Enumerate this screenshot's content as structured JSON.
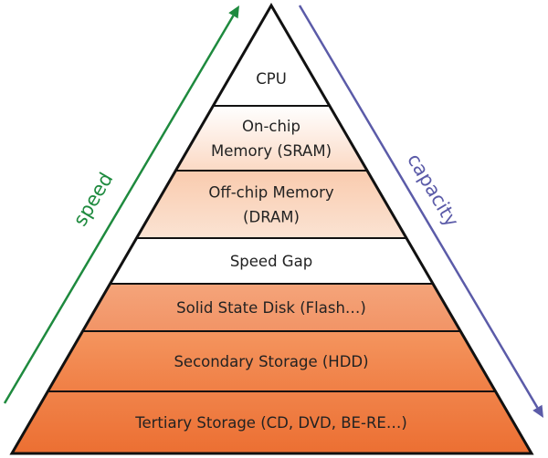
{
  "title": "Memory hierarchy pyramid",
  "colors": {
    "speed_arrow": "#1e8a3e",
    "capacity_arrow": "#5b5ba8",
    "gap_text": "#d8333a",
    "outline": "#111111",
    "text": "#222222"
  },
  "arrows": {
    "speed": {
      "label": "speed",
      "direction": "up"
    },
    "capacity": {
      "label": "capacity",
      "direction": "down"
    }
  },
  "layers": [
    {
      "id": "cpu",
      "lines": [
        "CPU"
      ],
      "fill": "#ffffff",
      "fill2": "#ffffff",
      "gap": false
    },
    {
      "id": "sram",
      "lines": [
        "On-chip",
        "Memory (SRAM)"
      ],
      "fill": "#ffffff",
      "fill2": "#fbd9c4",
      "gap": false
    },
    {
      "id": "dram",
      "lines": [
        "Off-chip Memory",
        "(DRAM)"
      ],
      "fill": "#f9cbae",
      "fill2": "#fbe3d3",
      "gap": false
    },
    {
      "id": "gap",
      "lines": [
        "Speed Gap"
      ],
      "fill": "#ffffff",
      "fill2": "#ffffff",
      "gap": true
    },
    {
      "id": "ssd",
      "lines": [
        "Solid State Disk (Flash…)"
      ],
      "fill": "#f4a47a",
      "fill2": "#f29466",
      "gap": false
    },
    {
      "id": "hdd",
      "lines": [
        "Secondary Storage (HDD)"
      ],
      "fill": "#f4955f",
      "fill2": "#f07f45",
      "gap": false
    },
    {
      "id": "tertiary",
      "lines": [
        "Tertiary Storage (CD, DVD, BE-RE…)"
      ],
      "fill": "#f0834a",
      "fill2": "#ec6f32",
      "gap": false
    }
  ]
}
